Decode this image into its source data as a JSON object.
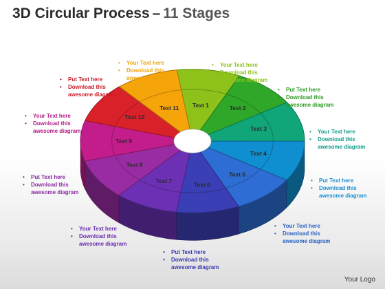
{
  "title": {
    "main": "3D Circular Process",
    "separator": "–",
    "subtitle": "11 Stages"
  },
  "logo": "Your Logo",
  "colors": {
    "segments": [
      "#8cc21a",
      "#2fa82a",
      "#11a57a",
      "#0f8fcf",
      "#2d6dd4",
      "#3b3fb6",
      "#6b30b4",
      "#9a2ca3",
      "#c21d8a",
      "#d9212a",
      "#f5a40a"
    ]
  },
  "segments": [
    {
      "label": "Text 1"
    },
    {
      "label": "Text 2"
    },
    {
      "label": "Text 3"
    },
    {
      "label": "Text 4"
    },
    {
      "label": "Text 5"
    },
    {
      "label": "Text 6"
    },
    {
      "label": "Text 7"
    },
    {
      "label": "Text 8"
    },
    {
      "label": "Text 9"
    },
    {
      "label": "Text 10"
    },
    {
      "label": "Text 11"
    }
  ],
  "callouts": [
    {
      "line1": "Your Text  here",
      "line2": "Download this",
      "line3": "awesome diagram",
      "color": "#f0a40a"
    },
    {
      "line1": "Your Text  here",
      "line2": "Download this",
      "line3": "awesome diagram",
      "color": "#8cc21a"
    },
    {
      "line1": "Put Text here",
      "line2": "Download this",
      "line3": "awesome diagram",
      "color": "#2a9a20"
    },
    {
      "line1": "Your Text here",
      "line2": "Download this",
      "line3": "awesome diagram",
      "color": "#109a8a"
    },
    {
      "line1": "Put Text here",
      "line2": "Download this",
      "line3": "awesome diagram",
      "color": "#1a8fd0"
    },
    {
      "line1": "Your Text here",
      "line2": "Download this",
      "line3": "awesome diagram",
      "color": "#2a62c4"
    },
    {
      "line1": "Put Text here",
      "line2": "Download this",
      "line3": "awesome diagram",
      "color": "#3838b0"
    },
    {
      "line1": "Your Text here",
      "line2": "Download this",
      "line3": "awesome diagram",
      "color": "#6a2ab0"
    },
    {
      "line1": "Put Text here",
      "line2": "Download this",
      "line3": "awesome diagram",
      "color": "#8a2aa0"
    },
    {
      "line1": "Your Text here",
      "line2": "Download this",
      "line3": "awesome diagram",
      "color": "#b01a84"
    },
    {
      "line1": "Put Text here",
      "line2": "Download this",
      "line3": "awesome diagram",
      "color": "#c81a24"
    }
  ]
}
